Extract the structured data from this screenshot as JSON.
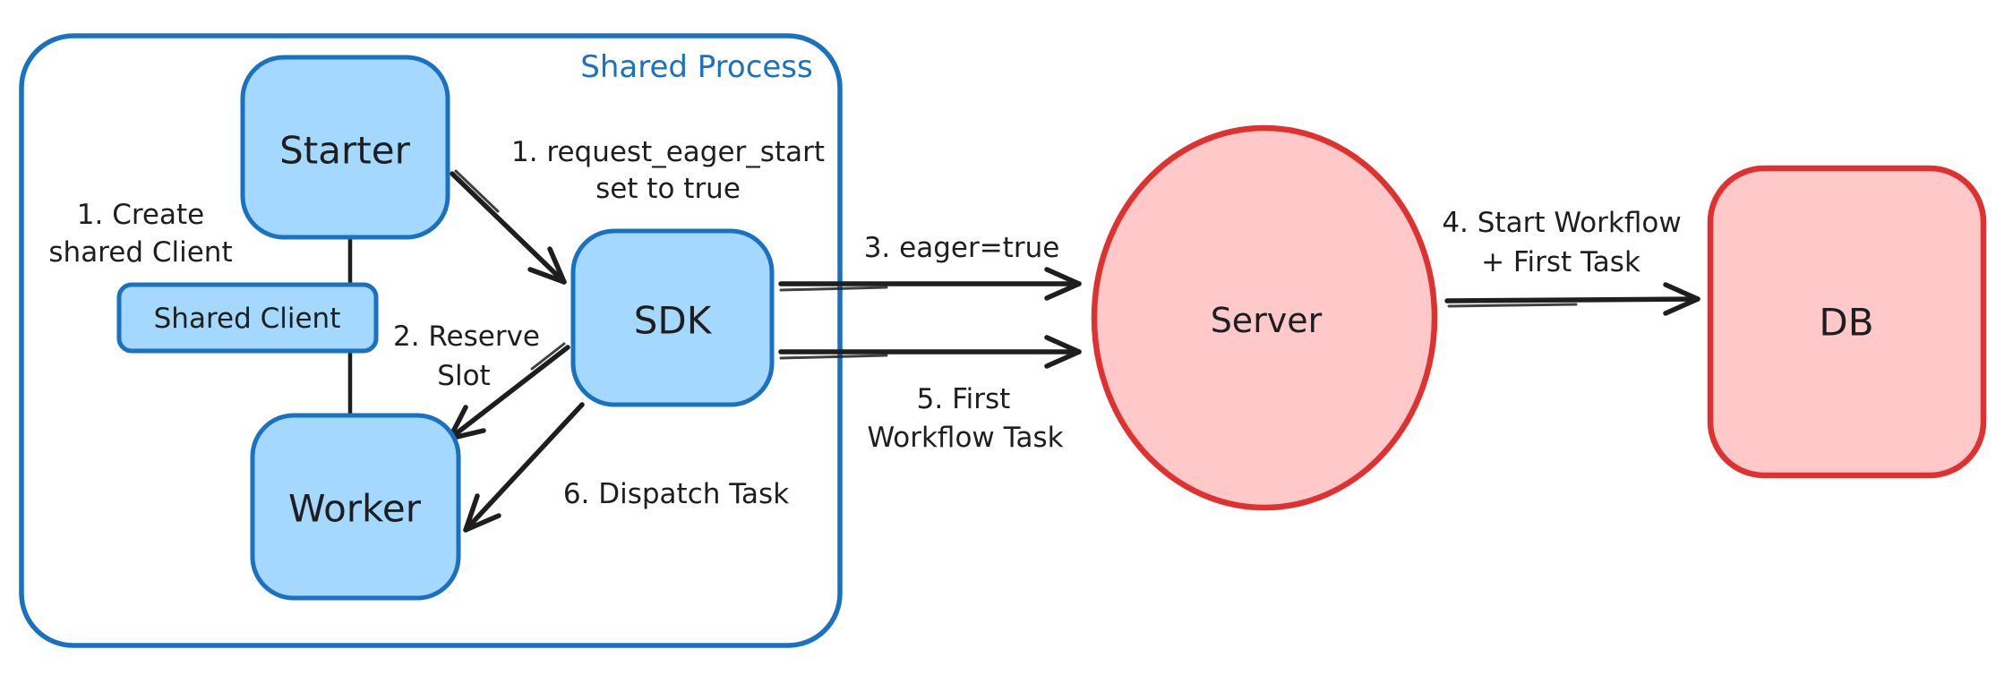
{
  "colors": {
    "blue_stroke": "#1971c2",
    "blue_fill": "#a5d8ff",
    "red_stroke": "#e03131",
    "red_fill": "#ffc9c9",
    "ink": "#1e1e1e",
    "bg": "#ffffff"
  },
  "container": {
    "label": "Shared Process"
  },
  "nodes": {
    "starter": {
      "label": "Starter"
    },
    "shared_client": {
      "label": "Shared Client"
    },
    "worker": {
      "label": "Worker"
    },
    "sdk": {
      "label": "SDK"
    },
    "server": {
      "label": "Server"
    },
    "db": {
      "label": "DB"
    }
  },
  "annotations": {
    "create_shared_client": {
      "line1": "1. Create",
      "line2": "shared Client"
    },
    "request_eager_start": {
      "line1": "1. request_eager_start",
      "line2": "set to true"
    },
    "reserve_slot": {
      "line1": "2. Reserve",
      "line2": "Slot"
    },
    "dispatch_task": {
      "label": "6. Dispatch Task"
    },
    "eager_true": {
      "label": "3. eager=true"
    },
    "first_workflow_task": {
      "line1": "5. First",
      "line2": "Workflow Task"
    },
    "start_workflow": {
      "line1": "4. Start Workflow",
      "line2": "+ First Task"
    }
  }
}
